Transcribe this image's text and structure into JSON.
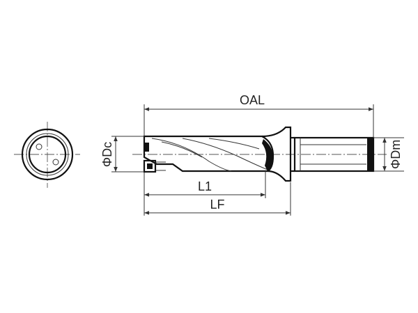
{
  "labels": {
    "overall_length": "OAL",
    "cutting_diameter": "ΦDc",
    "shank_diameter": "ΦDm",
    "flute_length": "L1",
    "flange_length": "LF"
  }
}
